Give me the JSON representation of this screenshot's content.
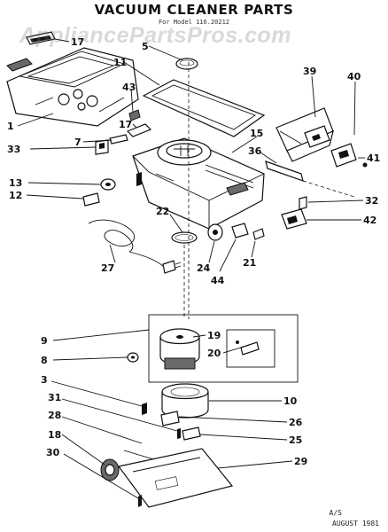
{
  "title": "VACUUM CLEANER PARTS",
  "model_line": "For Model 116.20212",
  "watermark": "AppliancePartsPros.com",
  "footer": {
    "revision": "A/S",
    "date": "AUGUST 1981"
  },
  "callouts": [
    "17",
    "5",
    "11",
    "39",
    "43",
    "40",
    "1",
    "15",
    "17",
    "7",
    "33",
    "36",
    "41",
    "13",
    "32",
    "12",
    "22",
    "42",
    "27",
    "24",
    "21",
    "44",
    "9",
    "19",
    "8",
    "20",
    "3",
    "10",
    "31",
    "26",
    "28",
    "25",
    "18",
    "29",
    "30"
  ]
}
